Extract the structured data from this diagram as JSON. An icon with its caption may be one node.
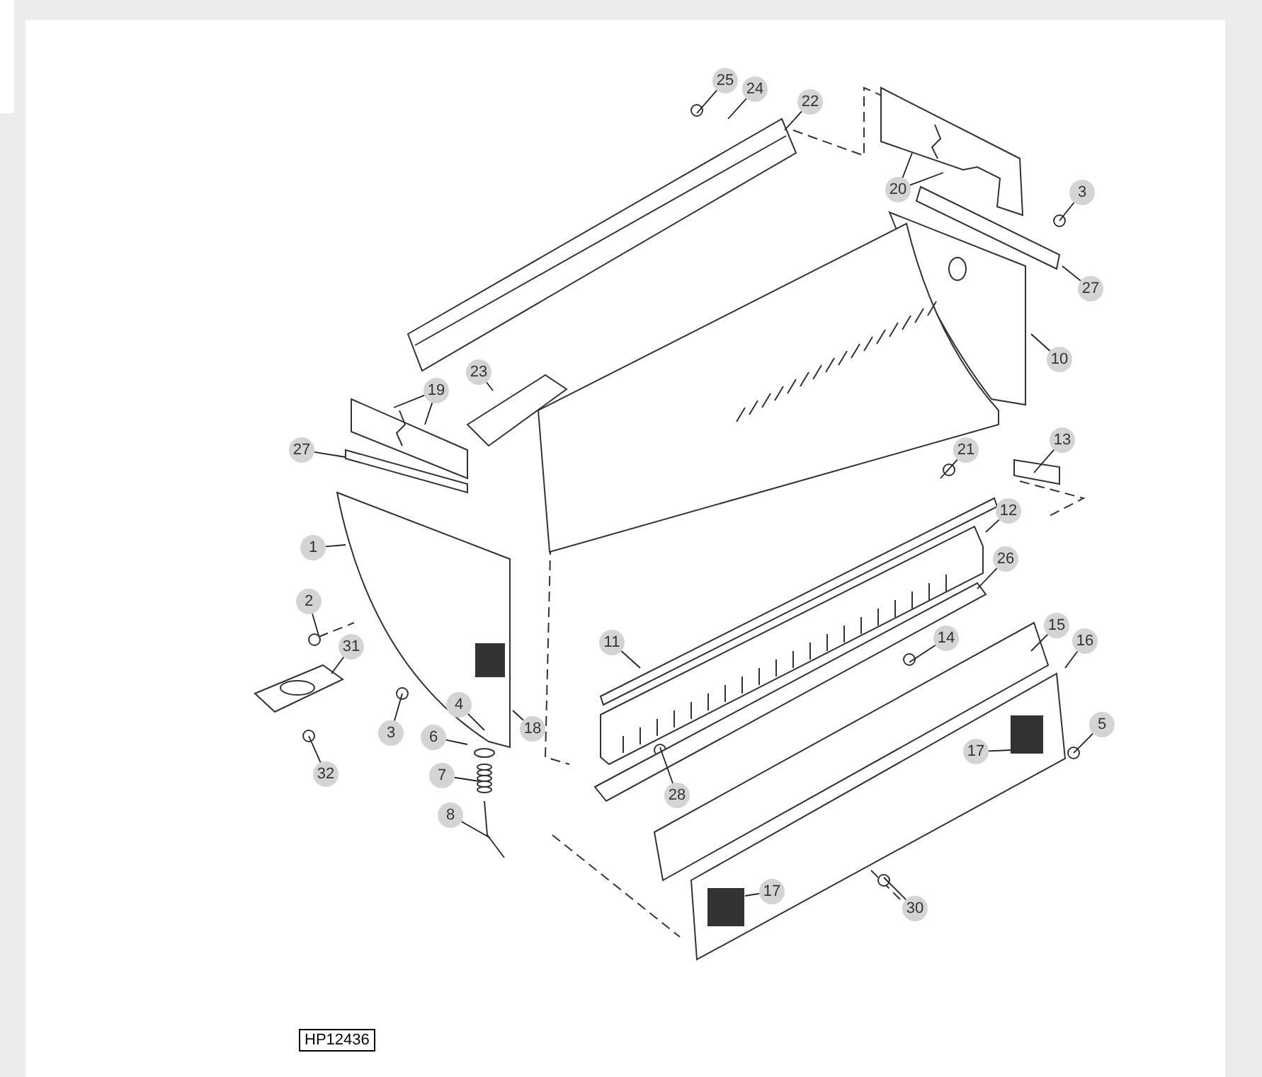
{
  "diagram": {
    "nodes": [
      {
        "text": [
          "25"
        ]
      },
      {
        "text": [
          "24"
        ]
      },
      {
        "text": [
          "22"
        ]
      },
      {
        "text": [
          "20"
        ]
      },
      {
        "text": [
          "3"
        ]
      },
      {
        "text": [
          "27"
        ]
      },
      {
        "text": [
          "10"
        ]
      },
      {
        "text": [
          "23"
        ]
      },
      {
        "text": [
          "19"
        ]
      },
      {
        "text": [
          "27"
        ]
      },
      {
        "text": [
          "13"
        ]
      },
      {
        "text": [
          "21"
        ]
      },
      {
        "text": [
          "12"
        ]
      },
      {
        "text": [
          "1"
        ]
      },
      {
        "text": [
          "26"
        ]
      },
      {
        "text": [
          "2"
        ]
      },
      {
        "text": [
          "15"
        ]
      },
      {
        "text": [
          "14"
        ]
      },
      {
        "text": [
          "16"
        ]
      },
      {
        "text": [
          "31"
        ]
      },
      {
        "text": [
          "11"
        ]
      },
      {
        "text": [
          "4"
        ]
      },
      {
        "text": [
          "5"
        ]
      },
      {
        "text": [
          "3"
        ]
      },
      {
        "text": [
          "18"
        ]
      },
      {
        "text": [
          "6"
        ]
      },
      {
        "text": [
          "17"
        ]
      },
      {
        "text": [
          "7"
        ]
      },
      {
        "text": [
          "32"
        ]
      },
      {
        "text": [
          "28"
        ]
      },
      {
        "text": [
          "8"
        ]
      },
      {
        "text": [
          "17"
        ]
      },
      {
        "text": [
          "30"
        ]
      }
    ],
    "edges": [
      {
        "from": 0,
        "to": null,
        "arrow": "none"
      },
      {
        "from": 1,
        "to": null,
        "arrow": "none"
      },
      {
        "from": 2,
        "to": null,
        "arrow": "none"
      },
      {
        "from": 3,
        "to": null,
        "arrow": "none"
      },
      {
        "from": 3,
        "to": null,
        "arrow": "none"
      },
      {
        "from": 4,
        "to": null,
        "arrow": "none"
      },
      {
        "from": 5,
        "to": null,
        "arrow": "none"
      },
      {
        "from": 6,
        "to": null,
        "arrow": "none"
      },
      {
        "from": 7,
        "to": null,
        "arrow": "none"
      },
      {
        "from": 8,
        "to": null,
        "arrow": "none"
      },
      {
        "from": 8,
        "to": null,
        "arrow": "none"
      },
      {
        "from": 9,
        "to": null,
        "arrow": "none"
      },
      {
        "from": 10,
        "to": null,
        "arrow": "none"
      },
      {
        "from": 11,
        "to": null,
        "arrow": "none"
      },
      {
        "from": 12,
        "to": null,
        "arrow": "none"
      },
      {
        "from": 13,
        "to": null,
        "arrow": "none"
      },
      {
        "from": 14,
        "to": null,
        "arrow": "none"
      },
      {
        "from": 15,
        "to": null,
        "arrow": "none"
      },
      {
        "from": 16,
        "to": null,
        "arrow": "none"
      },
      {
        "from": 17,
        "to": null,
        "arrow": "none"
      },
      {
        "from": 18,
        "to": null,
        "arrow": "none"
      },
      {
        "from": 19,
        "to": null,
        "arrow": "none"
      },
      {
        "from": 20,
        "to": null,
        "arrow": "none"
      },
      {
        "from": 21,
        "to": null,
        "arrow": "none"
      },
      {
        "from": 22,
        "to": null,
        "arrow": "none"
      },
      {
        "from": 23,
        "to": null,
        "arrow": "none"
      },
      {
        "from": 24,
        "to": null,
        "arrow": "none"
      },
      {
        "from": 25,
        "to": null,
        "arrow": "none"
      },
      {
        "from": 26,
        "to": null,
        "arrow": "none"
      },
      {
        "from": 27,
        "to": null,
        "arrow": "none"
      },
      {
        "from": 28,
        "to": null,
        "arrow": "none"
      },
      {
        "from": 29,
        "to": null,
        "arrow": "none"
      },
      {
        "from": 30,
        "to": null,
        "arrow": "none"
      },
      {
        "from": 31,
        "to": null,
        "arrow": "none"
      },
      {
        "from": 32,
        "to": null,
        "arrow": "none"
      }
    ],
    "labels": [
      "HP12436"
    ]
  }
}
